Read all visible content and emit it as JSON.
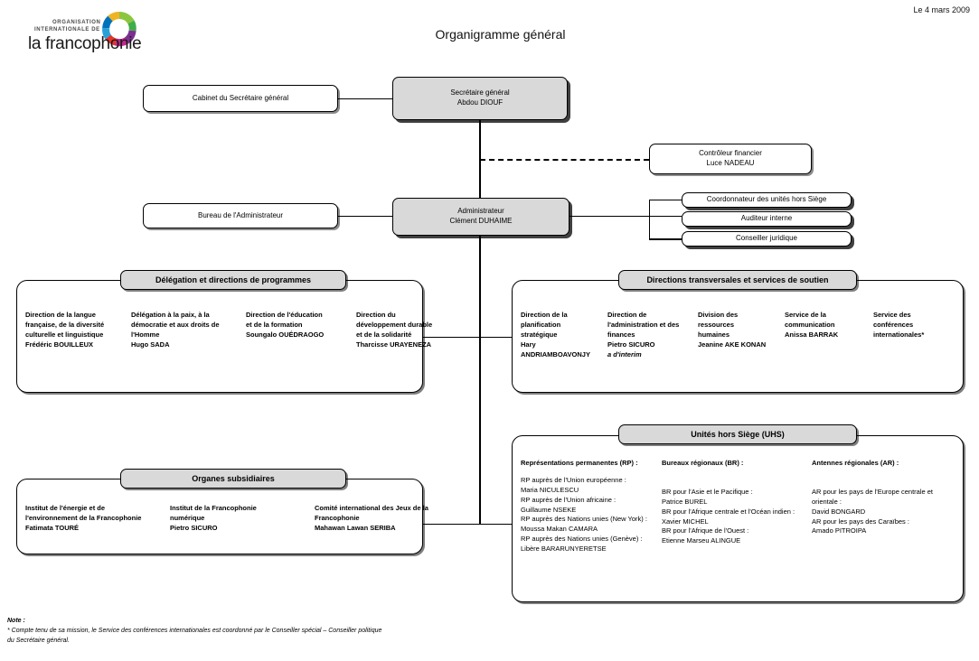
{
  "logo": {
    "line1": "ORGANISATION",
    "line2": "INTERNATIONALE DE",
    "name": "la francophonie",
    "ring_colors": [
      "#f0b323",
      "#8cc63e",
      "#3fae49",
      "#7b2f8f",
      "#c4268e",
      "#e8332a",
      "#e84b1c",
      "#29a1d8",
      "#0072bc"
    ]
  },
  "header": {
    "date": "Le 4 mars 2009",
    "title": "Organigramme général"
  },
  "nodes": {
    "cabinet": {
      "label": "Cabinet du Secrétaire général"
    },
    "secretaire_general": {
      "title": "Secrétaire général",
      "name": "Abdou DIOUF"
    },
    "controleur": {
      "title": "Contrôleur financier",
      "name": "Luce NADEAU"
    },
    "bureau_admin": {
      "label": "Bureau de l'Administrateur"
    },
    "administrateur": {
      "title": "Administrateur",
      "name": "Clément DUHAIME"
    },
    "coordonnateur": {
      "label": "Coordonnateur des unités hors Siège"
    },
    "auditeur": {
      "label": "Auditeur interne"
    },
    "conseiller": {
      "label": "Conseiller juridique"
    }
  },
  "blocks": {
    "delegation": {
      "header": "Délégation et directions de programmes",
      "columns": [
        {
          "title": "Direction de la langue française, de la diversité culturelle et linguistique",
          "name": "Frédéric BOUILLEUX"
        },
        {
          "title": "Délégation à la paix, à la démocratie et aux droits de l'Homme",
          "name": "Hugo SADA"
        },
        {
          "title": "Direction de l'éducation et de la formation",
          "name": "Soungalo OUÉDRAOGO"
        },
        {
          "title": "Direction du développement durable et de la solidarité",
          "name": "Tharcisse URAYENEZA"
        }
      ]
    },
    "transversales": {
      "header": "Directions transversales et services de soutien",
      "columns": [
        {
          "title": "Direction de la planification stratégique",
          "name": "Hary ANDRIAMBOAVONJY",
          "note": ""
        },
        {
          "title": "Direction de l'administration et des finances",
          "name": "Pietro SICURO",
          "note": "a d'interim"
        },
        {
          "title": "Division des ressources humaines",
          "name": "Jeanine AKE KONAN",
          "note": ""
        },
        {
          "title": "Service de la communication",
          "name": "Anissa BARRAK",
          "note": ""
        },
        {
          "title": "Service des conférences internationales*",
          "name": "",
          "note": ""
        }
      ]
    },
    "organes": {
      "header": "Organes subsidiaires",
      "columns": [
        {
          "title": "Institut de l'énergie et de l'environnement de la Francophonie",
          "name": "Fatimata TOURÉ"
        },
        {
          "title": "Institut de la Francophonie numérique",
          "name": "Pietro SICURO"
        },
        {
          "title": "Comité international des Jeux de la Francophonie",
          "name": "Mahawan Lawan SERIBA"
        }
      ]
    },
    "uhs": {
      "header": "Unités hors Siège (UHS)",
      "columns": [
        {
          "title": "Représentations permanentes (RP) :",
          "entries": [
            "RP auprès de l'Union européenne :",
            "Maria NICULESCU",
            "RP auprès de l'Union africaine :",
            "Guillaume NSEKE",
            "RP auprès des Nations unies (New York) :",
            "Moussa Makan CAMARA",
            "RP auprès des Nations unies (Genève) :",
            "Libère BARARUNYERETSE"
          ]
        },
        {
          "title": "Bureaux régionaux (BR) :",
          "entries": [
            "BR pour l'Asie et le Pacifique :",
            "Patrice BUREL",
            "BR pour l'Afrique centrale et l'Océan indien :",
            "Xavier MICHEL",
            "BR pour l'Afrique de l'Ouest :",
            "Etienne Marseu ALINGUE"
          ]
        },
        {
          "title": "Antennes régionales (AR) :",
          "entries": [
            "AR pour les pays de l'Europe centrale et orientale :",
            "David BONGARD",
            "AR pour les pays des Caraïbes :",
            "Amado PITROIPA"
          ]
        }
      ]
    }
  },
  "note": {
    "label": "Note :",
    "text": "* Compte tenu de sa mission, le Service des conférences internationales est coordonné par le Conseiller spécial – Conseiller politique du Secrétaire général."
  }
}
